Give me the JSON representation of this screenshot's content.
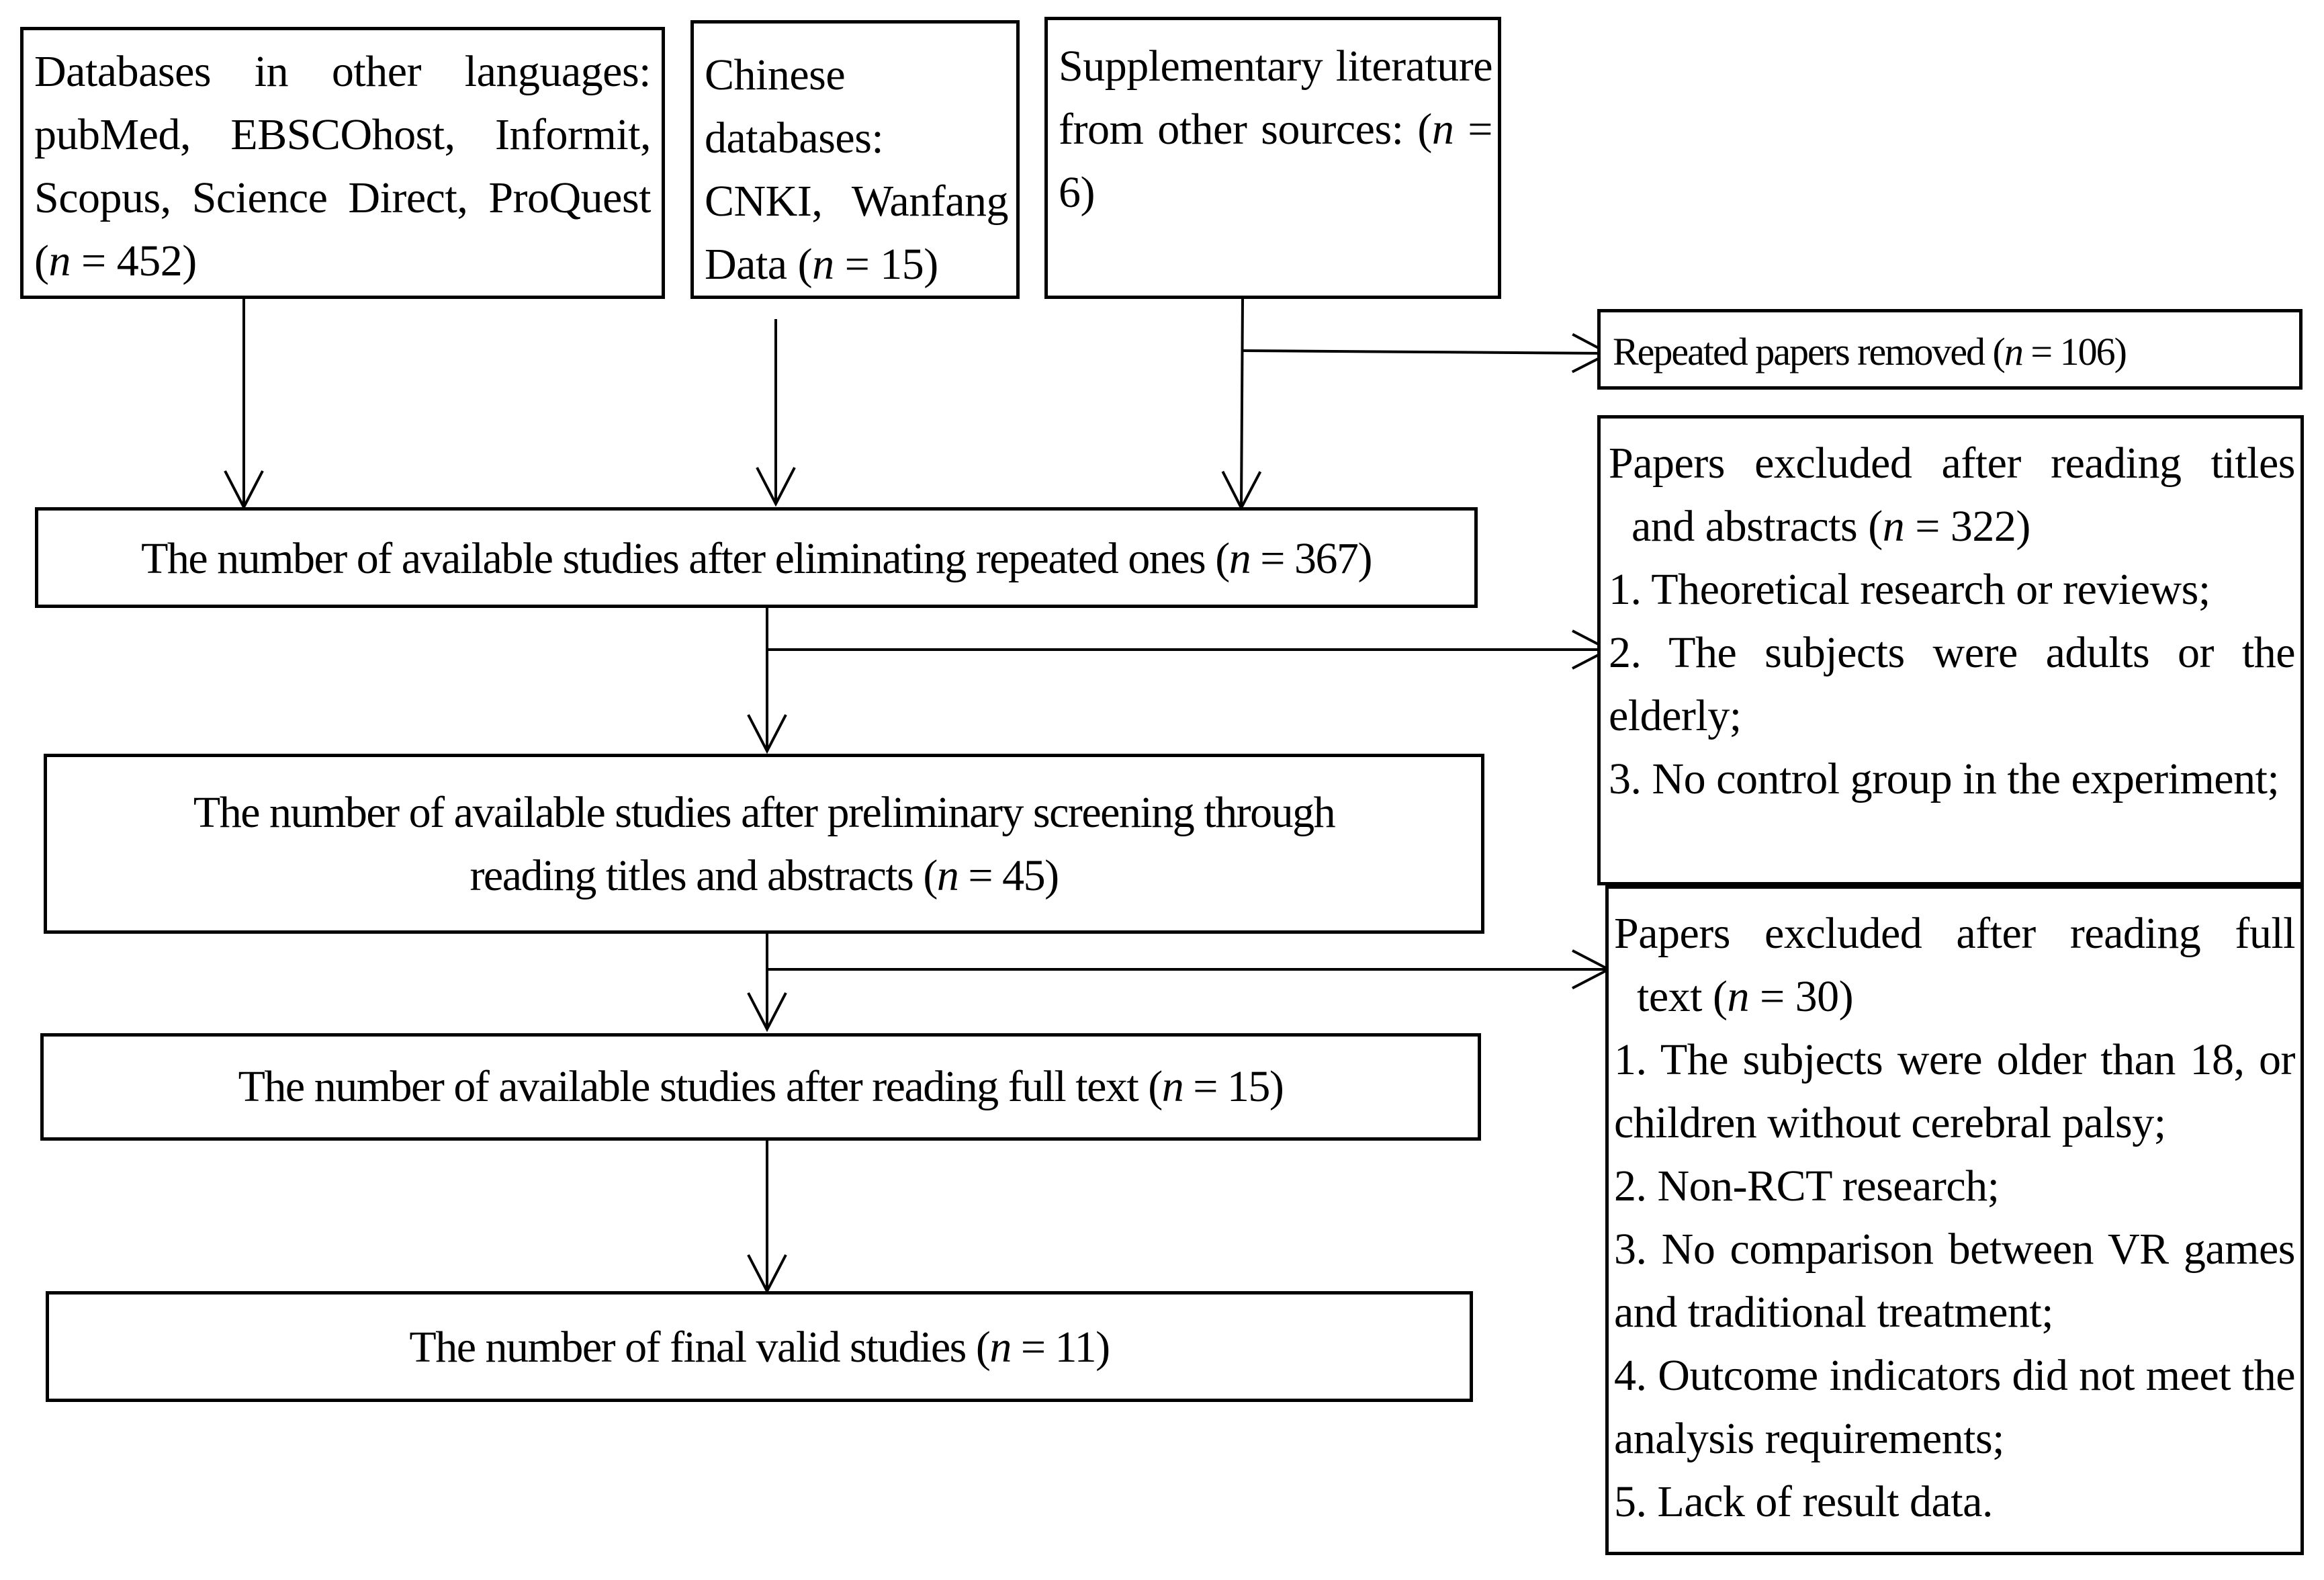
{
  "sources": {
    "other_languages": {
      "line1": "Databases in other languages: pubMed, EBSCOhost, Informit, Scopus, Science Direct, ProQuest (",
      "n_symbol": "n",
      "count": " = 452)"
    },
    "chinese": {
      "line1": "Chinese databases: CNKI, Wanfang Data (",
      "n_symbol": "n",
      "count": " = 15)"
    },
    "supplementary": {
      "line1": "Supplementary literature from other sources: (",
      "n_symbol": "n",
      "count": " = 6)"
    }
  },
  "repeated_removed": {
    "text": "Repeated papers removed (",
    "n_symbol": "n",
    "count": " = 106)"
  },
  "steps": {
    "after_dedup": {
      "text": "The number of available studies after eliminating repeated ones (",
      "n_symbol": "n",
      "count": " = 367)"
    },
    "after_screening": {
      "line1": "The number of available studies after preliminary screening through",
      "line2": "reading titles and abstracts (",
      "n_symbol": "n",
      "count": " = 45)"
    },
    "after_fulltext": {
      "text": "The number of available studies after reading full text (",
      "n_symbol": "n",
      "count": " = 15)"
    },
    "final": {
      "text": "The number of final valid studies (",
      "n_symbol": "n",
      "count": " = 11)"
    }
  },
  "excluded_titles": {
    "header": "Papers excluded after reading titles",
    "header2": "and abstracts (",
    "n_symbol": "n",
    "count": " = 322)",
    "reasons": [
      "1. Theoretical research or reviews;",
      "2. The subjects were adults or the elderly;",
      "3. No control group in the experiment;"
    ]
  },
  "excluded_fulltext": {
    "header": "Papers excluded after reading full",
    "header2": "text (",
    "n_symbol": "n",
    "count": " = 30)",
    "reasons": [
      "1. The subjects were older than 18, or children without cerebral palsy;",
      "2. Non-RCT research;",
      "3. No comparison between VR games and traditional treatment;",
      "4. Outcome indicators did not meet the analysis requirements;",
      "5. Lack of result data."
    ]
  }
}
